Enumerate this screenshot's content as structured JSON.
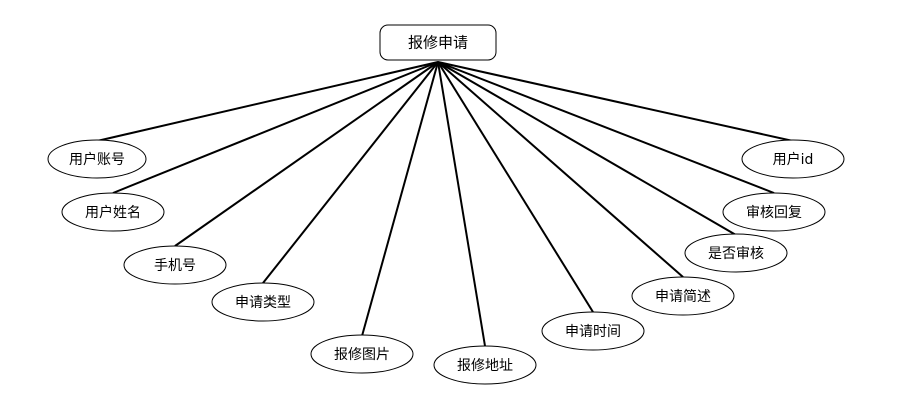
{
  "entity": {
    "label": "报修申请"
  },
  "attributes": [
    {
      "id": "user-account",
      "label": "用户账号"
    },
    {
      "id": "user-name",
      "label": "用户姓名"
    },
    {
      "id": "phone",
      "label": "手机号"
    },
    {
      "id": "apply-type",
      "label": "申请类型"
    },
    {
      "id": "repair-image",
      "label": "报修图片"
    },
    {
      "id": "repair-address",
      "label": "报修地址"
    },
    {
      "id": "apply-time",
      "label": "申请时间"
    },
    {
      "id": "apply-desc",
      "label": "申请简述"
    },
    {
      "id": "is-reviewed",
      "label": "是否审核"
    },
    {
      "id": "review-reply",
      "label": "审核回复"
    },
    {
      "id": "user-id",
      "label": "用户id"
    }
  ]
}
